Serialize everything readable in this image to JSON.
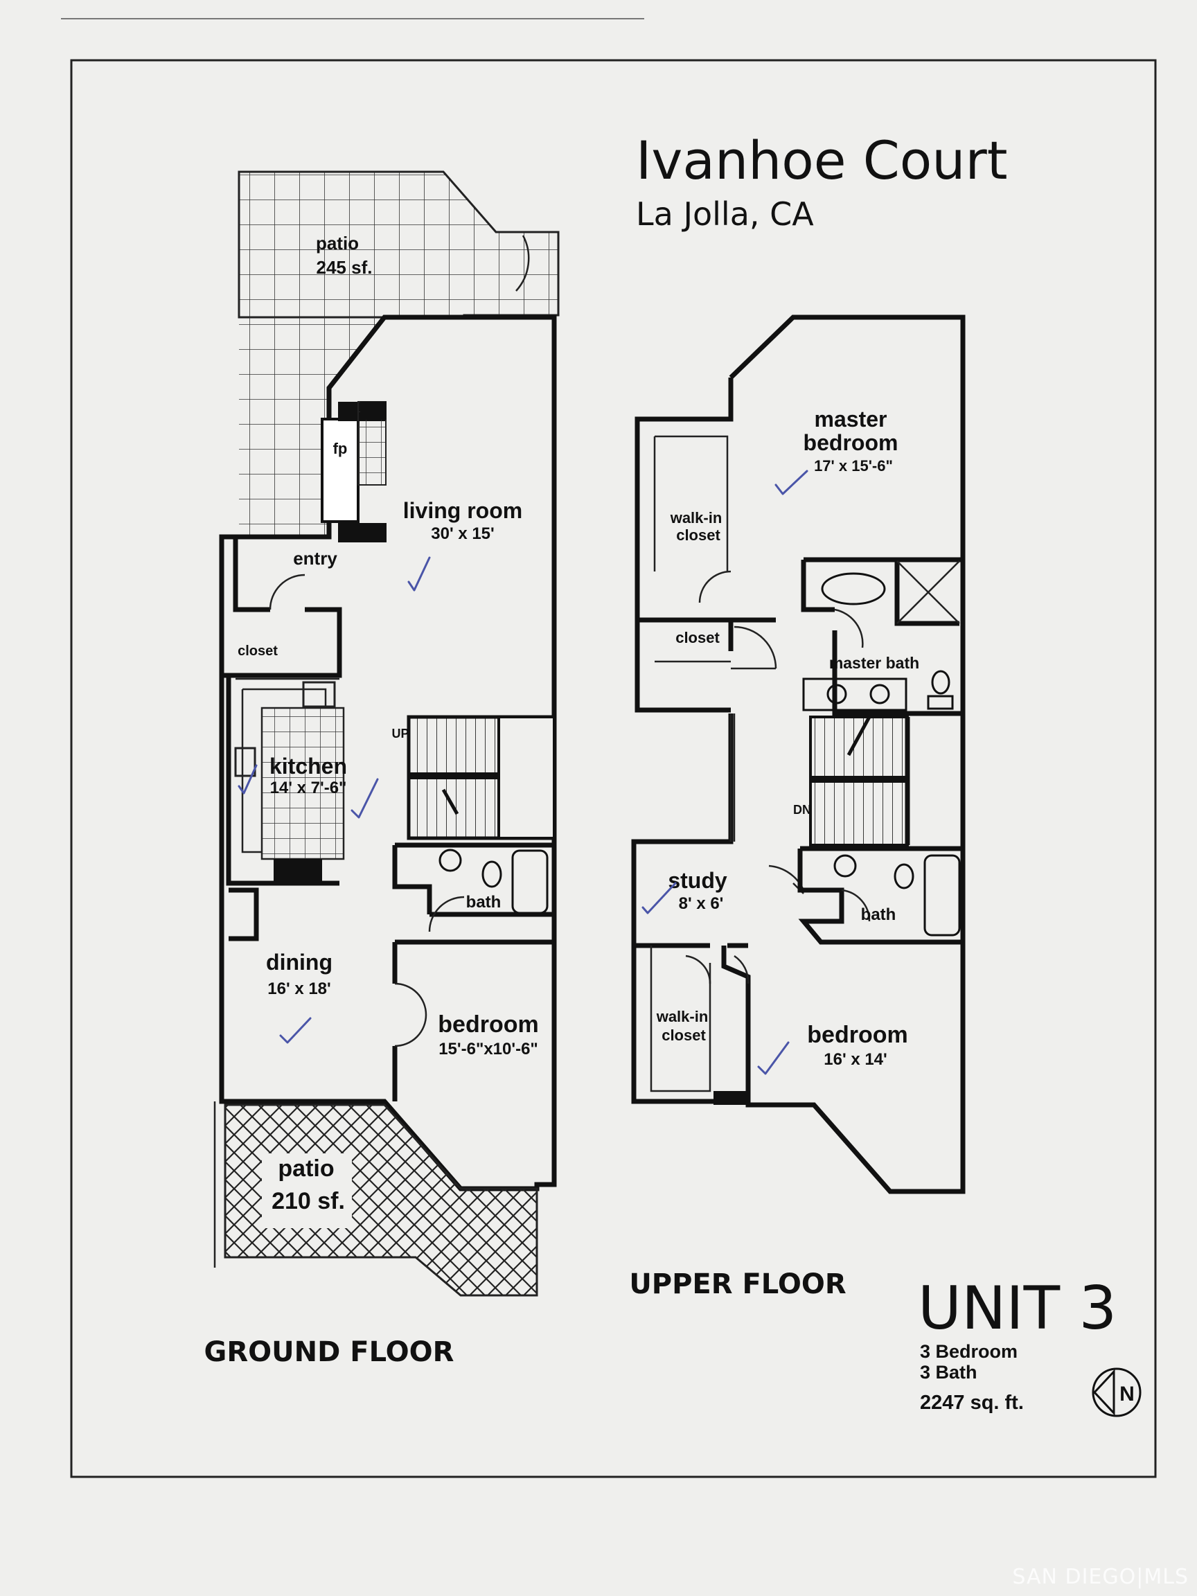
{
  "header": {
    "title": "Ivanhoe Court",
    "location": "La Jolla,  CA"
  },
  "ground_floor": {
    "label": "GROUND FLOOR",
    "patio_top": {
      "name": "patio",
      "size": "245 sf."
    },
    "fireplace": "fp",
    "entry": "entry",
    "closet": "closet",
    "living_room": {
      "name": "living room",
      "size": "30' x 15'"
    },
    "stairs": "UP",
    "kitchen": {
      "name": "kitchen",
      "size": "14' x 7'-6\""
    },
    "bath": "bath",
    "dining": {
      "name": "dining",
      "size": "16' x 18'"
    },
    "bedroom": {
      "name": "bedroom",
      "size": "15'-6\"x10'-6\""
    },
    "patio_bottom": {
      "name": "patio",
      "size": "210 sf."
    }
  },
  "upper_floor": {
    "label": "UPPER FLOOR",
    "master_bedroom": {
      "name_line1": "master",
      "name_line2": "bedroom",
      "size": "17' x 15'-6\""
    },
    "walk_in_closet_top": {
      "line1": "walk-in",
      "line2": "closet"
    },
    "closet": "closet",
    "master_bath": "master bath",
    "stairs": "DN",
    "study": {
      "name": "study",
      "size": "8' x 6'"
    },
    "bath": "bath",
    "walk_in_closet_bottom": {
      "line1": "walk-in",
      "line2": "closet"
    },
    "bedroom": {
      "name": "bedroom",
      "size": "16' x 14'"
    }
  },
  "unit": {
    "name": "UNIT  3",
    "bedrooms": "3 Bedroom",
    "baths": "3 Bath",
    "area": "2247 sq. ft.",
    "north": "N"
  },
  "watermark": "SAN DIEGO|MLS",
  "colors": {
    "ink": "#111111",
    "check": "#4a55a8",
    "paper": "#efefed"
  }
}
